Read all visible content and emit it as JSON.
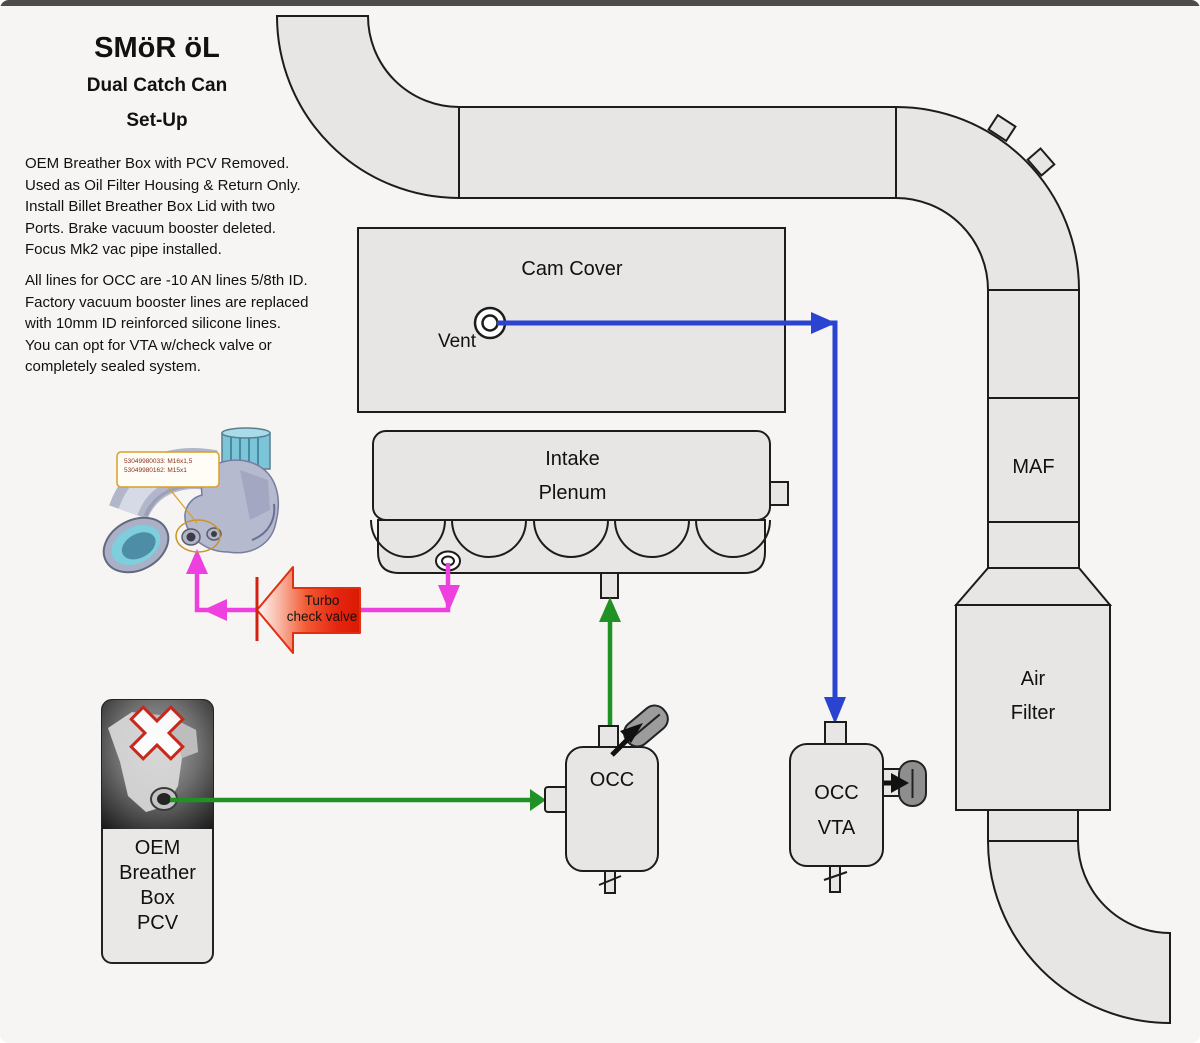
{
  "title": {
    "line1": "SMöR öL",
    "line2": "Dual Catch Can",
    "line3": "Set-Up"
  },
  "notes": {
    "para1": "OEM Breather Box with PCV Removed.\nUsed as Oil Filter Housing & Return Only.\nInstall Billet Breather Box Lid with two\nPorts.  Brake vacuum booster deleted.\nFocus Mk2 vac pipe installed.",
    "para2": "All lines for OCC are -10 AN lines 5/8th ID.\nFactory vacuum booster lines are replaced\nwith 10mm ID reinforced silicone lines.\nYou can opt for VTA w/check valve or\ncompletely sealed system."
  },
  "components": {
    "cam_cover": "Cam Cover",
    "vent": "Vent",
    "intake_plenum_line1": "Intake",
    "intake_plenum_line2": "Plenum",
    "maf": "MAF",
    "air_filter_line1": "Air",
    "air_filter_line2": "Filter",
    "occ": "OCC",
    "occ_vta_line1": "OCC",
    "occ_vta_line2": "VTA",
    "oem_breather_box": "OEM\nBreather\nBox\nPCV",
    "turbo_check_valve": "Turbo\ncheck valve",
    "turbo_part_label": "53049980033: M16x1,5\n53049980162: M15x1"
  },
  "icons": {
    "oem_pcv_deleted": "red-x-icon",
    "occ_breather_cap": "breather-filter-icon",
    "vta_breather_filter": "breather-filter-icon",
    "check_valve_shape": "left-arrow-icon"
  },
  "colors": {
    "background": "#f6f5f3",
    "pipe_fill": "#e7e6e4",
    "outline": "#1c1c1c",
    "boost_line_blue": "#2a43d0",
    "crankcase_line_green": "#1f9125",
    "vacuum_line_magenta": "#ee3fdf",
    "check_valve_red": "#e62510",
    "label_border_gold": "#d8a028"
  }
}
